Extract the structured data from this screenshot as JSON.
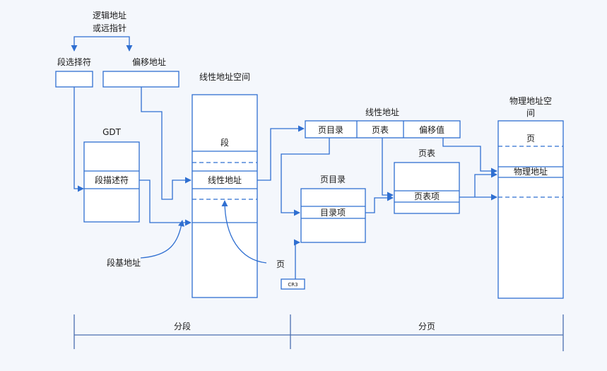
{
  "labels": {
    "logical_address": "逻辑地址",
    "far_pointer": "或远指针",
    "segment_selector": "段选择符",
    "offset_address": "偏移地址",
    "linear_space": "线性地址空间",
    "gdt": "GDT",
    "segment_descriptor": "段描述符",
    "segment": "段",
    "linear_address_in_space": "线性地址",
    "segment_base": "段基地址",
    "page_in_linear": "页",
    "cr3": "CR3",
    "linear_address_title": "线性地址",
    "field_directory": "页目录",
    "field_table": "页表",
    "field_offset": "偏移值",
    "page_directory": "页目录",
    "directory_entry": "目录项",
    "page_table": "页表",
    "table_entry": "页表项",
    "physical_space_line1": "物理地址空",
    "physical_space_line2": "间",
    "page_in_physical": "页",
    "physical_address": "物理地址",
    "segmentation": "分段",
    "paging": "分页"
  },
  "colors": {
    "line": "#2f6fd1",
    "text": "#1a1a1a",
    "background": "#f4f7fc"
  }
}
